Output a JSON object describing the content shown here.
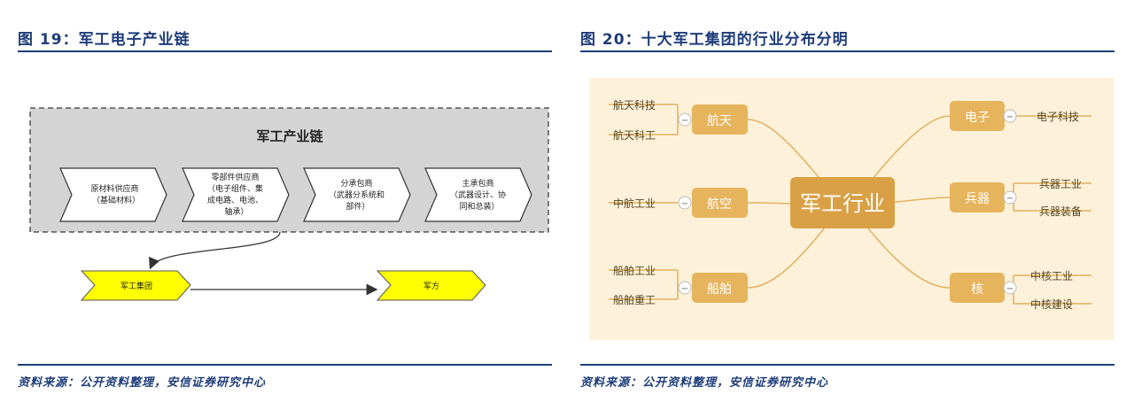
{
  "left_figure": {
    "title": "图 19：军工电子产业链",
    "source": "资料来源：公开资料整理，安信证券研究中心",
    "chain_title": "军工产业链",
    "chain_steps": [
      {
        "lines": [
          "原材料供应商",
          "（基础材料）"
        ]
      },
      {
        "lines": [
          "零部件供应商",
          "（电子组件、集",
          "成电路、电池、",
          "轴承）"
        ]
      },
      {
        "lines": [
          "分承包商",
          "（武器分系统和",
          "部件）"
        ]
      },
      {
        "lines": [
          "主承包商",
          "（武器设计、协",
          "同和总装）"
        ]
      }
    ],
    "group_label": "军工集团",
    "army_label": "军方"
  },
  "right_figure": {
    "title": "图 20：十大军工集团的行业分布分明",
    "source": "资料来源：公开资料整理，安信证券研究中心",
    "center": "军工行业",
    "collapse_symbol": "−",
    "left_branches": [
      {
        "name": "航天",
        "children": [
          "航天科技",
          "航天科工"
        ]
      },
      {
        "name": "航空",
        "children": [
          "中航工业"
        ]
      },
      {
        "name": "船舶",
        "children": [
          "船舶工业",
          "船舶重工"
        ]
      }
    ],
    "right_branches": [
      {
        "name": "电子",
        "children": [
          "电子科技"
        ]
      },
      {
        "name": "兵器",
        "children": [
          "兵器工业",
          "兵器装备"
        ]
      },
      {
        "name": "核",
        "children": [
          "中核工业",
          "中核建设"
        ]
      }
    ]
  },
  "colors": {
    "accent": "#1f3d7a",
    "mindmap_bg": "#fdf1da",
    "node_fill": "#e6b45c",
    "center_fill": "#d9a045",
    "chain_bg": "#d4d4d4",
    "yellow": "#ffff00"
  }
}
